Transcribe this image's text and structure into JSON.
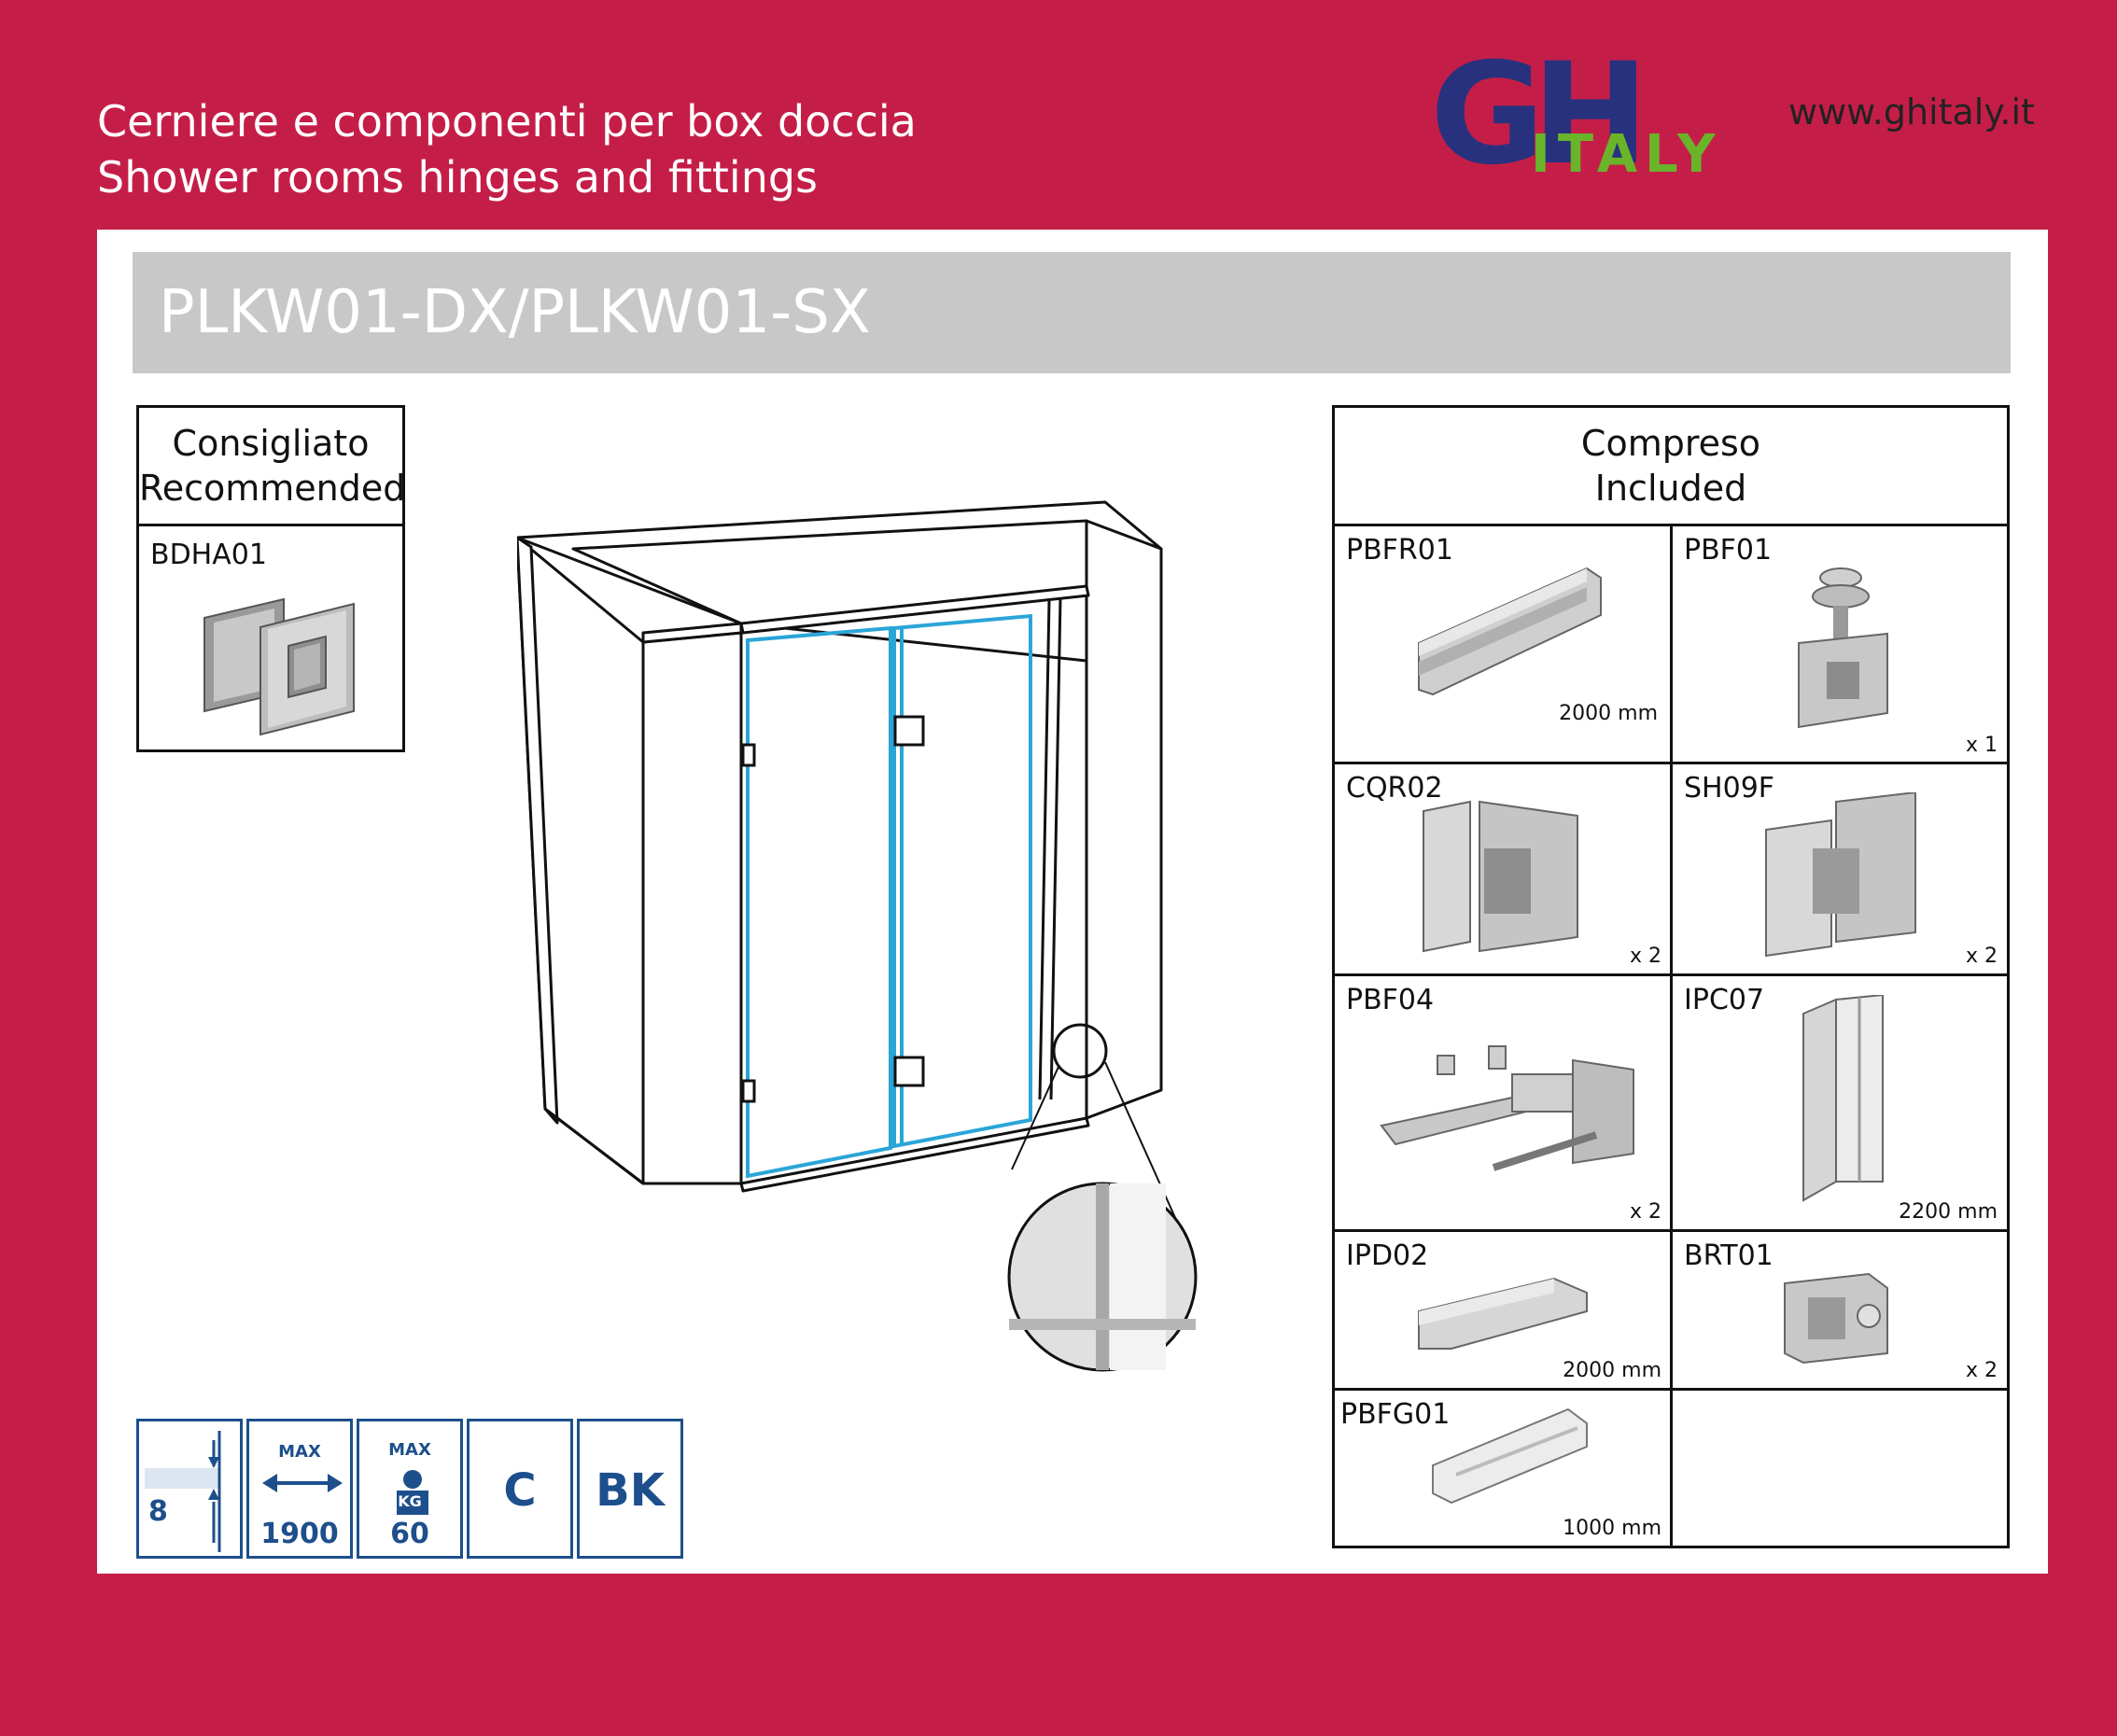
{
  "header": {
    "line1": "Cerniere e componenti per box doccia",
    "line2": "Shower rooms hinges and fittings",
    "logo_main": "GH",
    "logo_sub": "ITALY",
    "website": "www.ghitaly.it"
  },
  "title": "PLKW01-DX/PLKW01-SX",
  "recommended": {
    "heading_it": "Consigliato",
    "heading_en": "Recommended",
    "item_code": "BDHA01"
  },
  "included": {
    "heading_it": "Compreso",
    "heading_en": "Included",
    "items": [
      {
        "code": "PBFR01",
        "meta": "2000 mm"
      },
      {
        "code": "PBF01",
        "meta": "x 1"
      },
      {
        "code": "CQR02",
        "meta": "x 2"
      },
      {
        "code": "SH09F",
        "meta": "x 2"
      },
      {
        "code": "PBF04",
        "meta": "x 2"
      },
      {
        "code": "IPC07",
        "meta": "2200 mm"
      },
      {
        "code": "IPD02",
        "meta": "2000 mm"
      },
      {
        "code": "BRT01",
        "meta": "x 2"
      },
      {
        "code": "PBFG01",
        "meta": "1000 mm"
      }
    ]
  },
  "specs": {
    "glass_thickness": "8",
    "max_label": "MAX",
    "max_width": "1900",
    "kg_label": "KG",
    "max_weight": "60",
    "finish_c": "C",
    "finish_bk": "BK"
  },
  "colors": {
    "background": "#c41e48",
    "logo_blue": "#28317e",
    "logo_green": "#6ab42a",
    "icon_blue": "#1d4f8c",
    "glass_blue": "#2aa5d8"
  }
}
